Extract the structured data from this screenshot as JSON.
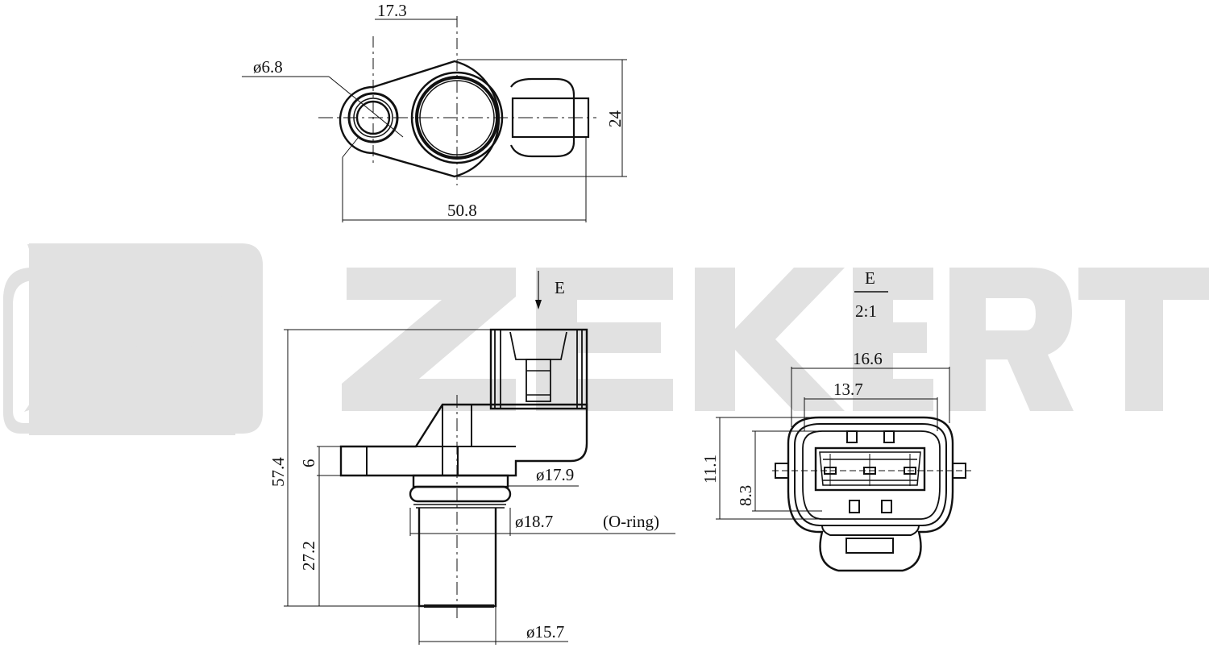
{
  "watermark": {
    "brand": "ZEKERT",
    "color": "#e1e1e1",
    "logo": "z-emblem"
  },
  "top_view": {
    "dimensions": {
      "hole_diameter": "ø6.8",
      "center_distance": "17.3",
      "height": "24",
      "overall_length": "50.8"
    }
  },
  "side_view": {
    "section_marker": "E",
    "dimensions": {
      "overall_height": "57.4",
      "flange_thickness": "6",
      "probe_length": "27.2",
      "body_diameter": "ø17.9",
      "oring_diameter": "ø18.7",
      "oring_label": "(O-ring)",
      "tip_diameter": "ø15.7"
    }
  },
  "connector_view": {
    "section_label": "E",
    "scale": "2:1",
    "dimensions": {
      "outer_width": "16.6",
      "inner_width": "13.7",
      "outer_height": "11.1",
      "inner_height": "8.3"
    }
  }
}
